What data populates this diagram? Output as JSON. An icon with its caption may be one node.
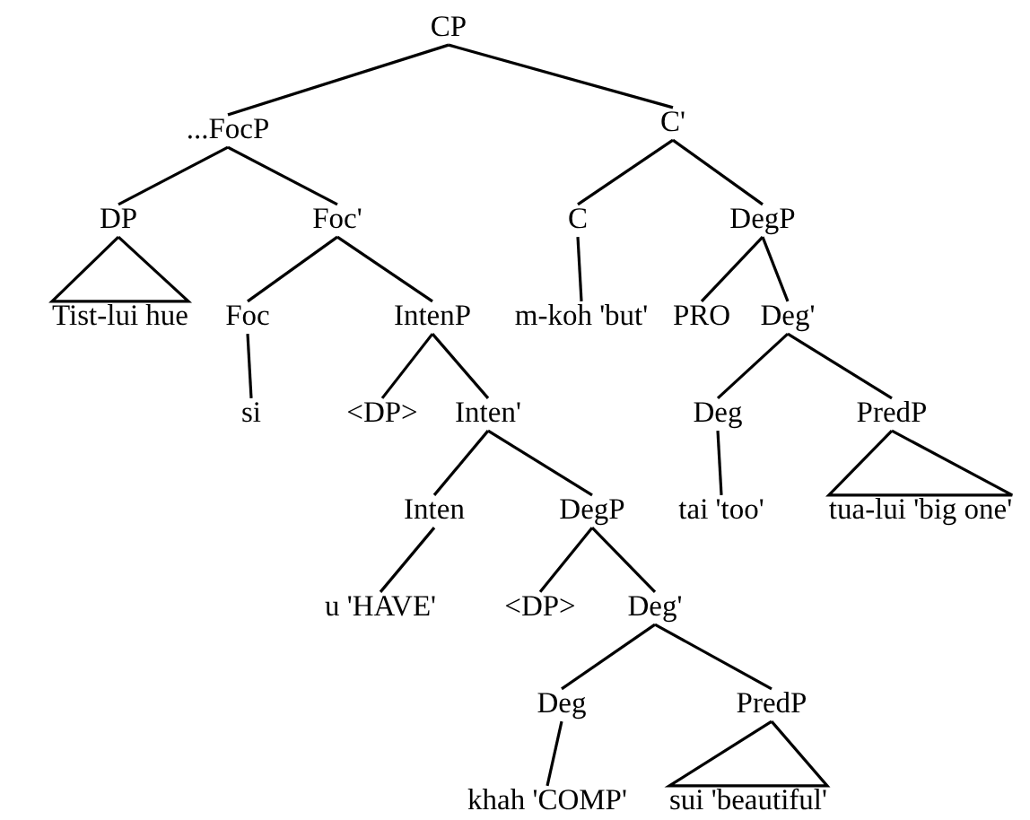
{
  "diagram": {
    "nodes": [
      {
        "text": [
          "CP"
        ]
      },
      {
        "text": [
          "...FocP"
        ]
      },
      {
        "text": [
          "C'"
        ]
      },
      {
        "text": [
          "DP"
        ]
      },
      {
        "text": [
          "Foc'"
        ]
      },
      {
        "text": [
          "C"
        ]
      },
      {
        "text": [
          "DegP"
        ]
      },
      {
        "text": [
          "Tist-lui hue"
        ]
      },
      {
        "text": [
          "Foc"
        ]
      },
      {
        "text": [
          "IntenP"
        ]
      },
      {
        "text": [
          "m-koh 'but'"
        ]
      },
      {
        "text": [
          "PRO"
        ]
      },
      {
        "text": [
          "Deg'"
        ]
      },
      {
        "text": [
          "si"
        ]
      },
      {
        "text": [
          "<DP>"
        ]
      },
      {
        "text": [
          "Inten'"
        ]
      },
      {
        "text": [
          "Deg"
        ]
      },
      {
        "text": [
          "PredP"
        ]
      },
      {
        "text": [
          "Inten"
        ]
      },
      {
        "text": [
          "DegP"
        ]
      },
      {
        "text": [
          "tai 'too'"
        ]
      },
      {
        "text": [
          "tua-lui 'big one'"
        ]
      },
      {
        "text": [
          "u 'HAVE'"
        ]
      },
      {
        "text": [
          "<DP>"
        ]
      },
      {
        "text": [
          "Deg'"
        ]
      },
      {
        "text": [
          "Deg"
        ]
      },
      {
        "text": [
          "PredP"
        ]
      },
      {
        "text": [
          "khah 'COMP'"
        ]
      },
      {
        "text": [
          "sui 'beautiful'"
        ]
      }
    ],
    "edges": [
      {
        "from": 0,
        "to": 1,
        "arrow": "none"
      },
      {
        "from": 0,
        "to": 2,
        "arrow": "none"
      },
      {
        "from": 1,
        "to": 3,
        "arrow": "none"
      },
      {
        "from": 1,
        "to": 4,
        "arrow": "none"
      },
      {
        "from": 2,
        "to": 5,
        "arrow": "none"
      },
      {
        "from": 2,
        "to": 6,
        "arrow": "none"
      },
      {
        "from": 3,
        "to": 7,
        "arrow": "none"
      },
      {
        "from": 4,
        "to": 8,
        "arrow": "none"
      },
      {
        "from": 4,
        "to": 9,
        "arrow": "none"
      },
      {
        "from": 5,
        "to": 10,
        "arrow": "none"
      },
      {
        "from": 6,
        "to": 11,
        "arrow": "none"
      },
      {
        "from": 6,
        "to": 12,
        "arrow": "none"
      },
      {
        "from": 8,
        "to": 13,
        "arrow": "none"
      },
      {
        "from": 9,
        "to": 14,
        "arrow": "none"
      },
      {
        "from": 9,
        "to": 15,
        "arrow": "none"
      },
      {
        "from": 12,
        "to": 16,
        "arrow": "none"
      },
      {
        "from": 12,
        "to": 17,
        "arrow": "none"
      },
      {
        "from": 15,
        "to": 18,
        "arrow": "none"
      },
      {
        "from": 15,
        "to": 19,
        "arrow": "none"
      },
      {
        "from": 16,
        "to": 20,
        "arrow": "none"
      },
      {
        "from": 17,
        "to": 21,
        "arrow": "none"
      },
      {
        "from": 18,
        "to": 22,
        "arrow": "none"
      },
      {
        "from": 19,
        "to": 23,
        "arrow": "none"
      },
      {
        "from": 19,
        "to": 24,
        "arrow": "none"
      },
      {
        "from": 24,
        "to": 25,
        "arrow": "none"
      },
      {
        "from": 24,
        "to": 26,
        "arrow": "none"
      },
      {
        "from": 25,
        "to": 27,
        "arrow": "none"
      },
      {
        "from": 26,
        "to": 28,
        "arrow": "none"
      }
    ]
  }
}
